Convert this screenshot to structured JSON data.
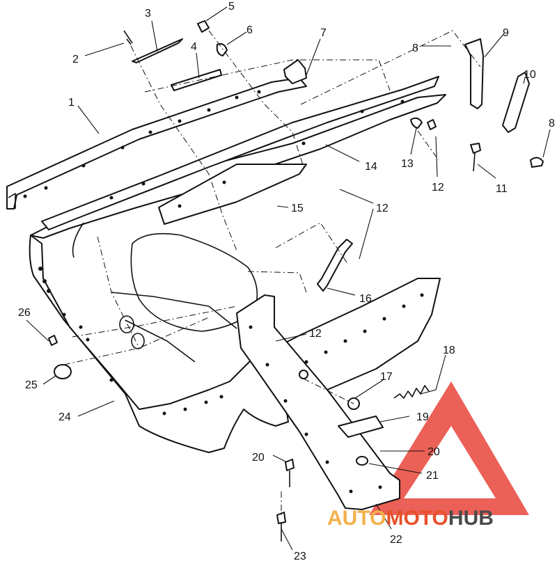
{
  "callouts": [
    {
      "id": "1",
      "label": "1"
    },
    {
      "id": "2",
      "label": "2"
    },
    {
      "id": "3",
      "label": "3"
    },
    {
      "id": "4",
      "label": "4"
    },
    {
      "id": "5",
      "label": "5"
    },
    {
      "id": "6",
      "label": "6"
    },
    {
      "id": "7",
      "label": "7"
    },
    {
      "id": "8a",
      "label": "8"
    },
    {
      "id": "8b",
      "label": "8"
    },
    {
      "id": "9",
      "label": "9"
    },
    {
      "id": "10",
      "label": "10"
    },
    {
      "id": "11",
      "label": "11"
    },
    {
      "id": "12a",
      "label": "12"
    },
    {
      "id": "12b",
      "label": "12"
    },
    {
      "id": "12c",
      "label": "12"
    },
    {
      "id": "13",
      "label": "13"
    },
    {
      "id": "14",
      "label": "14"
    },
    {
      "id": "15",
      "label": "15"
    },
    {
      "id": "16",
      "label": "16"
    },
    {
      "id": "17",
      "label": "17"
    },
    {
      "id": "18",
      "label": "18"
    },
    {
      "id": "19",
      "label": "19"
    },
    {
      "id": "20a",
      "label": "20"
    },
    {
      "id": "20b",
      "label": "20"
    },
    {
      "id": "21",
      "label": "21"
    },
    {
      "id": "22",
      "label": "22"
    },
    {
      "id": "23",
      "label": "23"
    },
    {
      "id": "24",
      "label": "24"
    },
    {
      "id": "25",
      "label": "25"
    },
    {
      "id": "26",
      "label": "26"
    }
  ],
  "watermark": {
    "part1": "AUTO",
    "part2": "MOTO",
    "part3": "HUB",
    "colors": {
      "auto": "#f3b04a",
      "moto": "#e8502a",
      "hub": "#4a4a4a",
      "triangle": "#e8443a"
    }
  }
}
